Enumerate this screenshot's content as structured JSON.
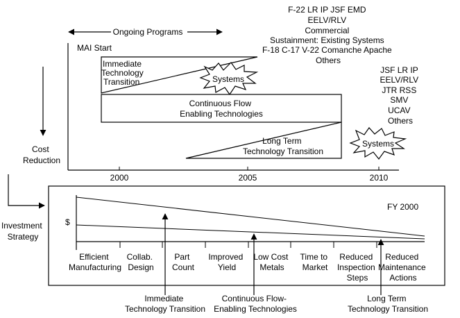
{
  "top": {
    "ongoing_programs": "Ongoing Programs",
    "mai_start": "MAI Start",
    "cost_reduction": [
      "Cost",
      "Reduction"
    ],
    "immediate_transition": [
      "Immediate",
      "Technology",
      "Transition"
    ],
    "systems_left": "Systems",
    "continuous_flow": [
      "Continuous Flow",
      "Enabling Technologies"
    ],
    "long_term": [
      "Long Term",
      "Technology Transition"
    ],
    "systems_right": "Systems",
    "years": [
      "2000",
      "2005",
      "2010"
    ],
    "programs_top": [
      "F-22 LR IP JSF EMD",
      "EELV/RLV",
      "Commercial",
      "Sustainment: Existing Systems",
      "F-18 C-17 V-22 Comanche Apache",
      "Others"
    ],
    "programs_right": [
      "JSF LR IP",
      "EELV/RLV",
      "JTR RSS",
      "SMV",
      "UCAV",
      "Others"
    ]
  },
  "bottom": {
    "investment_strategy": [
      "Investment",
      "Strategy"
    ],
    "fy": "FY 2000",
    "dollar": "$",
    "categories": [
      [
        "Efficient",
        "Manufacturing"
      ],
      [
        "Collab.",
        "Design"
      ],
      [
        "Part",
        "Count"
      ],
      [
        "Improved",
        "Yield"
      ],
      [
        "Low Cost",
        "Metals"
      ],
      [
        "Time to",
        "Market"
      ],
      [
        "Reduced",
        "Inspection",
        "Steps"
      ],
      [
        "Reduced",
        "Maintenance",
        "Actions"
      ]
    ],
    "immediate_label": [
      "Immediate",
      "Technology Transition"
    ],
    "continuous_label": [
      "Continuous Flow-",
      "Enabling Technologies"
    ],
    "longterm_label": [
      "Long Term",
      "Technology Transition"
    ]
  }
}
